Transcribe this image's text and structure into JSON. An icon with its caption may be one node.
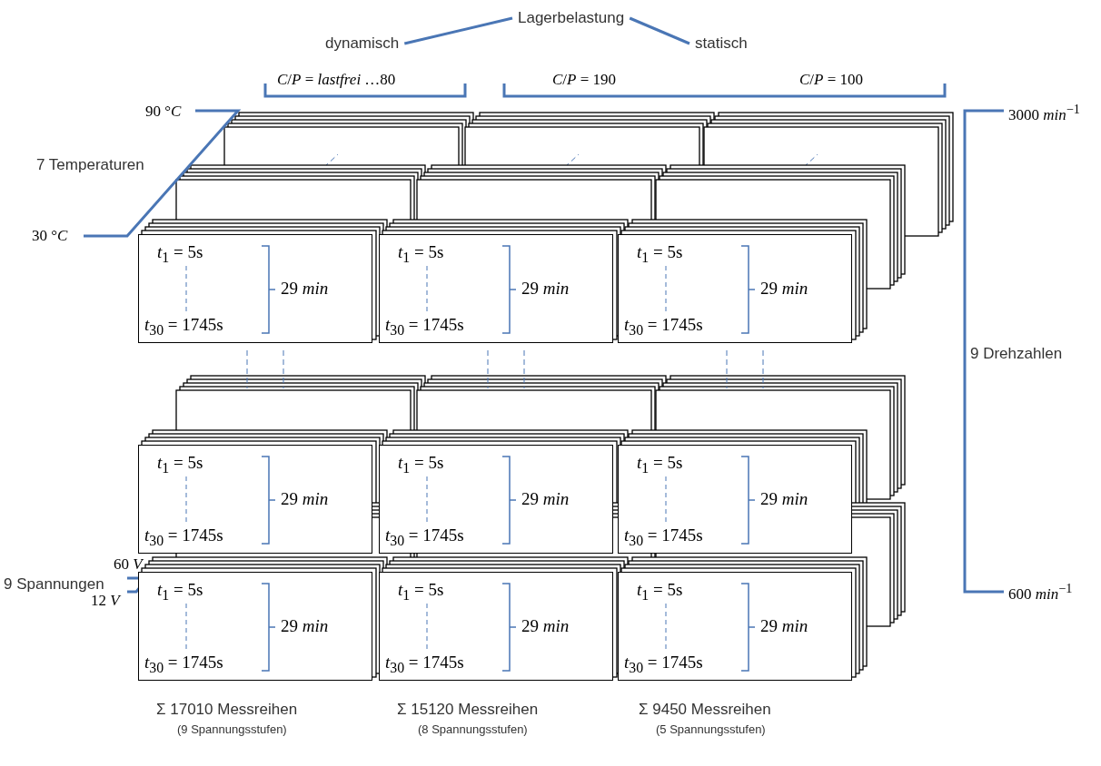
{
  "diagram": {
    "nodes": [
      {
        "text": [
          "Lagerbelastung"
        ]
      },
      {
        "text": [
          "dynamisch"
        ]
      },
      {
        "text": [
          "statisch"
        ]
      },
      {
        "text": [
          "*t*$_{1}$ = 5s",
          "*t*$_{30}$ = 1745s",
          "29 *min*"
        ]
      },
      {
        "text": [
          "*t*$_{1}$ = 5s",
          "*t*$_{30}$ = 1745s",
          "29 *min*"
        ]
      },
      {
        "text": [
          "*t*$_{1}$ = 5s",
          "*t*$_{30}$ = 1745s",
          "29 *min*"
        ]
      },
      {
        "text": [
          "*t*$_{1}$ = 5s",
          "*t*$_{30}$ = 1745s",
          "29 *min*"
        ]
      },
      {
        "text": [
          "*t*$_{1}$ = 5s",
          "*t*$_{30}$ = 1745s",
          "29 *min*"
        ]
      },
      {
        "text": [
          "*t*$_{1}$ = 5s",
          "*t*$_{30}$ = 1745s",
          "29 *min*"
        ]
      },
      {
        "text": [
          "*t*$_{1}$ = 5s",
          "*t*$_{30}$ = 1745s",
          "29 *min*"
        ]
      },
      {
        "text": [
          "*t*$_{1}$ = 5s",
          "*t*$_{30}$ = 1745s",
          "29 *min*"
        ]
      },
      {
        "text": [
          "*t*$_{1}$ = 5s",
          "*t*$_{30}$ = 1745s",
          "29 *min*"
        ]
      }
    ],
    "edges": [
      {
        "from": 0,
        "to": 1,
        "arrow": "none"
      },
      {
        "from": 0,
        "to": 2,
        "arrow": "none"
      }
    ],
    "labels": [
      "*C*/*P* = *lastfrei* …80",
      "*C*/*P* = 190",
      "*C*/*P* = 100",
      "90 °*C*",
      "7 Temperaturen",
      "30 °*C*",
      "3000 *min*$^{−1}$",
      "9 Drehzahlen",
      "600 *min*$^{−1}$",
      "60 *V*",
      "9 Spannungen",
      "12 *V*",
      "Σ 17010 Messreihen",
      "(9 Spannungsstufen)",
      "Σ 15120 Messreihen",
      "(8 Spannungsstufen)",
      "Σ 9450 Messreihen",
      "(5 Spannungsstufen)"
    ]
  }
}
